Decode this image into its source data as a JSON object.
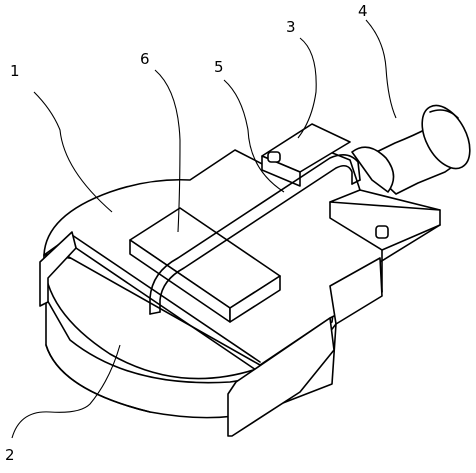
{
  "figure": {
    "background": "#ffffff",
    "line_color": "#000000"
  },
  "labels": {
    "part1": "1",
    "part2": "2",
    "part3": "3",
    "part4": "4",
    "part5": "5",
    "part6": "6"
  }
}
